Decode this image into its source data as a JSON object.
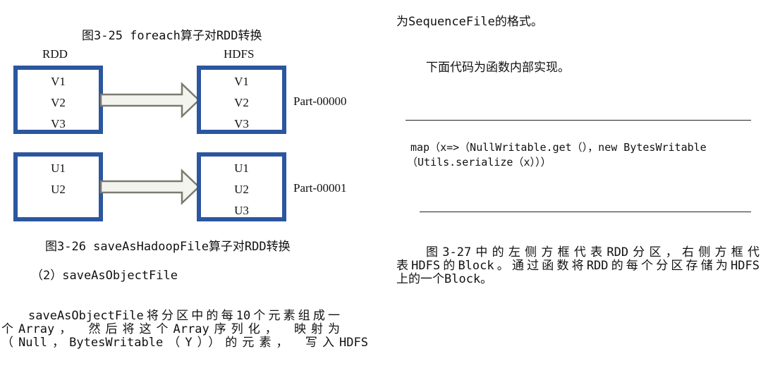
{
  "left": {
    "figure_25_caption": "图3-25  foreach算子对RDD转换",
    "diagram": {
      "left_header": "RDD",
      "right_header": "HDFS",
      "rows": [
        {
          "left_items": [
            "V1",
            "V2",
            "V3"
          ],
          "right_items": [
            "V1",
            "V2",
            "V3"
          ],
          "part_label": "Part-00000"
        },
        {
          "left_items": [
            "U1",
            "U2"
          ],
          "right_items": [
            "U1",
            "U2",
            "U3"
          ],
          "part_label": "Part-00001"
        }
      ]
    },
    "figure_26_caption": "图3-26  saveAsHadoopFile算子对RDD转换",
    "section_heading": "（2）saveAsObjectFile",
    "paragraph_lines": [
      "saveAsObjectFile将分区中的每10个元素组成一",
      "个Array， 然后将这个Array序列化， 映射为",
      "（Null，BytesWritable（Y））的元素， 写入HDFS"
    ]
  },
  "right": {
    "continuation_line": "为SequenceFile的格式。",
    "intro_line": "下面代码为函数内部实现。",
    "code_lines": [
      "map（x=>（NullWritable.get（），new BytesWritable",
      "（Utils.serialize（x）））"
    ],
    "paragraph_lines": [
      "图3-27中的左侧方框代表RDD分区，右侧方框代",
      "表HDFS的Block。通过函数将RDD的每个分区存储为HDFS",
      "上的一个Block。"
    ]
  }
}
